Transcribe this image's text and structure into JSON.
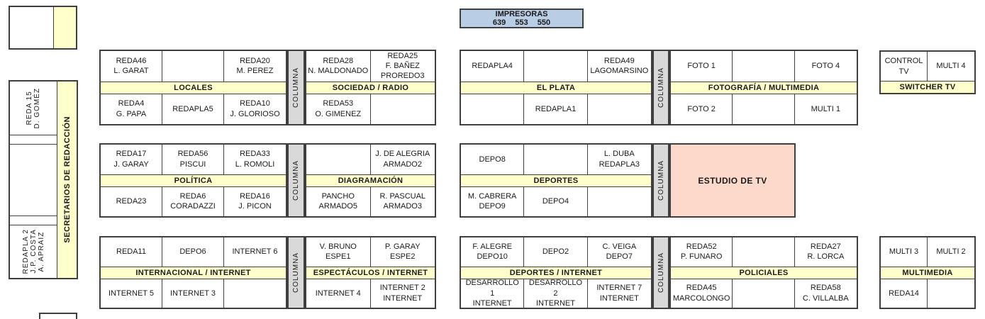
{
  "colors": {
    "section_band": "#FFFFCC",
    "columna_gray": "#D9D9D9",
    "printer_blue": "#B9CDE4",
    "estudio_pink": "#FCD9CB",
    "border": "#3F3F3F"
  },
  "printers": {
    "title": "IMPRESORAS",
    "numbers": "639 553 550"
  },
  "labels": {
    "columna": "COLUMNA",
    "estudio": "ESTUDIO DE TV",
    "secretarios": "SECRETARIOS DE REDACCIÓN"
  },
  "sidebar": {
    "cell_top": "REDA 15\nD. GOMÉZ",
    "cell_middle": "",
    "cell_bottom": "REDAPLA 2\nJ.P. COSTA\nA. APRAIZ"
  },
  "blocks": {
    "locales": {
      "label": "LOCALES",
      "top": [
        "REDA46\nL. GARAT",
        "",
        "REDA20\nM. PEREZ"
      ],
      "bottom": [
        "REDA4\nG. PAPA",
        "REDAPLA5",
        "REDA10\nJ. GLORIOSO"
      ]
    },
    "sociedad_radio": {
      "label": "SOCIEDAD / RADIO",
      "top": [
        "REDA28\nN. MALDONADO",
        "REDA25\nF. BAÑEZ\nPROREDO3"
      ],
      "bottom": [
        "REDA53\nO. GIMENEZ",
        ""
      ]
    },
    "el_plata": {
      "label": "EL PLATA",
      "top": [
        "REDAPLA4",
        "",
        "REDA49\nLAGOMARSINO"
      ],
      "bottom": [
        "",
        "REDAPLA1",
        ""
      ]
    },
    "fotografia_multimedia": {
      "label": "FOTOGRAFÍA / MULTIMEDIA",
      "top": [
        "FOTO 1",
        "",
        "FOTO 4"
      ],
      "bottom": [
        "FOTO 2",
        "",
        "MULTI 1"
      ]
    },
    "switcher_tv": {
      "label": "SWITCHER TV",
      "top": [
        "CONTROL TV",
        "MULTI 4"
      ]
    },
    "politica": {
      "label": "POLÍTICA",
      "top": [
        "REDA17\nJ. GARAY",
        "REDA56\nPISCUI",
        "REDA33\nL. ROMOLI"
      ],
      "bottom": [
        "REDA23",
        "REDA6\nCORADAZZI",
        "REDA16\nJ. PICON"
      ]
    },
    "diagramacion": {
      "label": "DIAGRAMACIÓN",
      "top": [
        "",
        "J. DE ALEGRIA\nARMADO2"
      ],
      "bottom": [
        "PANCHO\nARMADO5",
        "R. PASCUAL\nARMADO3"
      ]
    },
    "deportes": {
      "label": "DEPORTES",
      "top": [
        "DEPO8",
        "",
        "L. DUBA\nREDAPLA3"
      ],
      "bottom": [
        "M. CABRERA\nDEPO9",
        "DEPO4",
        ""
      ]
    },
    "internacional_internet": {
      "label": "INTERNACIONAL / INTERNET",
      "top": [
        "REDA11",
        "DEPO6",
        "INTERNET 6"
      ],
      "bottom": [
        "INTERNET 5",
        "INTERNET 3",
        ""
      ]
    },
    "espectaculos_internet": {
      "label": "ESPECTÁCULOS / INTERNET",
      "top": [
        "V. BRUNO\nESPE1",
        "P. GARAY\nESPE2"
      ],
      "bottom": [
        "INTERNET 4",
        "INTERNET 2\nINTERNET"
      ]
    },
    "deportes_internet": {
      "label": "DEPORTES / INTERNET",
      "top": [
        "F. ALEGRE\nDEPO10",
        "DEPO2",
        "C. VEIGA\nDEPO7"
      ],
      "bottom": [
        "DESARROLLO 1\nINTERNET",
        "DESARROLLO 2\nINTERNET",
        "INTERNET 7\nINTERNET"
      ]
    },
    "policiales": {
      "label": "POLICIALES",
      "top": [
        "REDA52\nP. FUNARO",
        "",
        "REDA27\nR. LORCA"
      ],
      "bottom": [
        "REDA45\nMARCOLONGO",
        "",
        "REDA58\nC. VILLALBA"
      ]
    },
    "multimedia": {
      "label": "MULTIMEDIA",
      "top": [
        "MULTI 3",
        "MULTI 2"
      ],
      "bottom": [
        "REDA14",
        ""
      ]
    }
  }
}
